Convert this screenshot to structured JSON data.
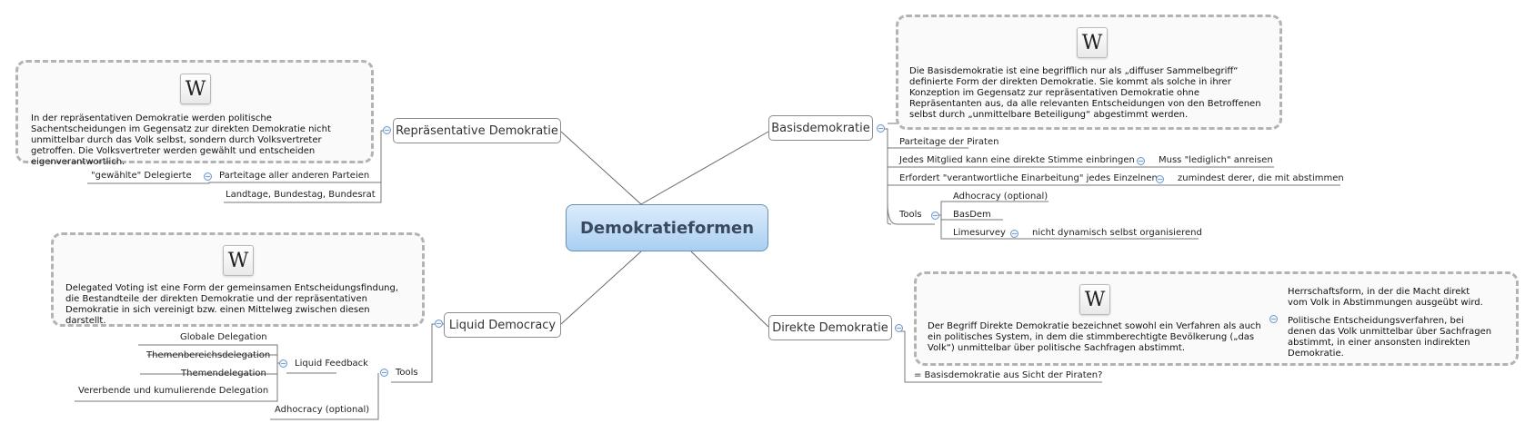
{
  "center": "Demokratieformen",
  "topics": {
    "basis": "Basisdemokratie",
    "direkte": "Direkte Demokratie",
    "repraes": "Repräsentative Demokratie",
    "liquid": "Liquid Democracy"
  },
  "notes": {
    "repraes": "In der repräsentativen Demokratie werden politische Sachentscheidungen im Gegensatz zur direkten Demokratie nicht unmittelbar durch das Volk selbst, sondern durch Volksvertreter getroffen. Die Volksvertreter werden gewählt und entscheiden eigenverantwortlich.",
    "liquid": "Delegated Voting ist eine Form der gemeinsamen Entscheidungsfindung, die Bestandteile der direkten Demokratie und der repräsentativen Demokratie in sich vereinigt bzw. einen Mittelweg zwischen diesen darstellt.",
    "basis": "Die Basisdemokratie ist eine begrifflich nur als „diffuser Sammelbegriff“ definierte Form der direkten Demokratie. Sie kommt als solche in ihrer Konzeption im Gegensatz zur repräsentativen Demokratie ohne Repräsentanten aus, da alle relevanten Entscheidungen von den Betroffenen selbst durch „unmittelbare Beteiligung“ abgestimmt werden.",
    "direkte": "Der Begriff Direkte Demokratie bezeichnet sowohl ein Verfahren als auch ein politisches System, in dem die stimmberechtigte Bevölkerung („das Volk“) unmittelbar über politische Sachfragen abstimmt."
  },
  "wiki_glyph": "W",
  "repraes_items": {
    "gewaehlt": "\"gewählte\" Delegierte",
    "parteitage": "Parteitage aller anderen Parteien",
    "landtage": "Landtage, Bundestag, Bundesrat"
  },
  "liquid_items": {
    "globale": "Globale Delegation",
    "themenbereich": "Themenbereichsdelegation",
    "themen": "Themendelegation",
    "vererbend": "Vererbende und kumulierende Delegation",
    "feedback": "Liquid Feedback",
    "tools": "Tools",
    "adhocracy": "Adhocracy (optional)"
  },
  "basis_items": {
    "parteitage": "Parteitage der Piraten",
    "mitglied": "Jedes Mitglied kann eine direkte Stimme einbringen",
    "anreisen": "Muss \"lediglich\" anreisen",
    "erfordert": "Erfordert \"verantwortliche Einarbeitung\" jedes Einzelnen",
    "zumindest": "zumindest derer, die mit abstimmen",
    "tools": "Tools",
    "adhocracy": "Adhocracy (optional)",
    "basdem": "BasDem",
    "limesurvey": "Limesurvey",
    "nicht": "nicht dynamisch selbst organisierend"
  },
  "direkte_items": {
    "herrschaft": "Herrschaftsform, in der die Macht direkt vom Volk in Abstimmungen ausgeübt wird.",
    "politische": "Politische Entscheidungsverfahren, bei denen das Volk unmittelbar über Sachfragen abstimmt, in einer ansonsten indirekten Demokratie.",
    "gleich": "= Basisdemokratie aus Sicht der Piraten?"
  },
  "collapse_glyph": "−"
}
